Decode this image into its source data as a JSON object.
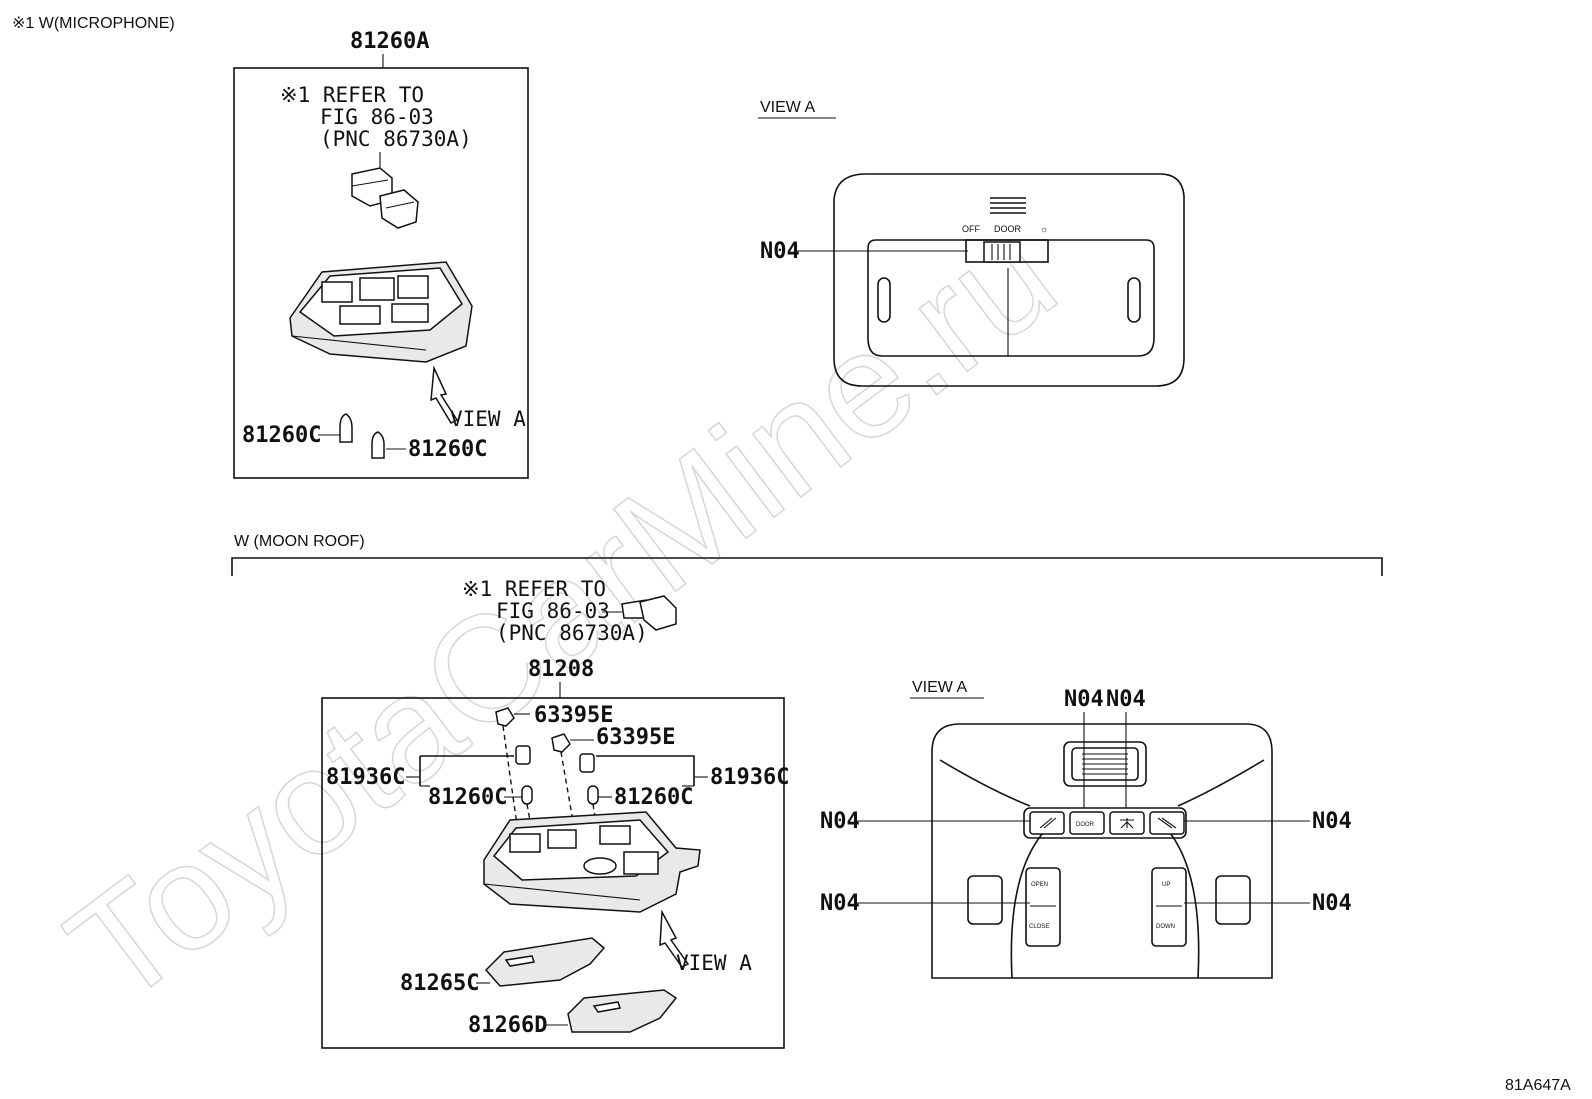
{
  "watermark": "ToyotaCarMine.ru",
  "figure_code": "81A647A",
  "top_section": {
    "title": "※1 W(MICROPHONE)",
    "assembly_part": "81260A",
    "refer_note": [
      "※1 REFER TO",
      "FIG 86-03",
      "(PNC 86730A)"
    ],
    "view_arrow_label": "VIEW A",
    "bulb_left": "81260C",
    "bulb_right": "81260C"
  },
  "top_view": {
    "title": "VIEW A",
    "callout": "N04",
    "switch_labels": [
      "OFF",
      "DOOR",
      "☼"
    ]
  },
  "bottom_section": {
    "title": "W (MOON ROOF)",
    "refer_note": [
      "※1 REFER TO",
      "FIG 86-03",
      "(PNC 86730A)"
    ],
    "assembly_part": "81208",
    "clip_1": "63395E",
    "clip_2": "63395E",
    "socket_left": "81936C",
    "socket_right": "81936C",
    "bulb_left": "81260C",
    "bulb_right": "81260C",
    "view_arrow_label": "VIEW A",
    "lens_1": "81265C",
    "lens_2": "81266D"
  },
  "bottom_view": {
    "title": "VIEW A",
    "callouts": {
      "top_1": "N04",
      "top_2": "N04",
      "left_upper": "N04",
      "right_upper": "N04",
      "left_lower": "N04",
      "right_lower": "N04"
    },
    "button_labels": [
      "DOOR",
      "OPEN",
      "CLOSE",
      "UP",
      "DOWN"
    ]
  }
}
